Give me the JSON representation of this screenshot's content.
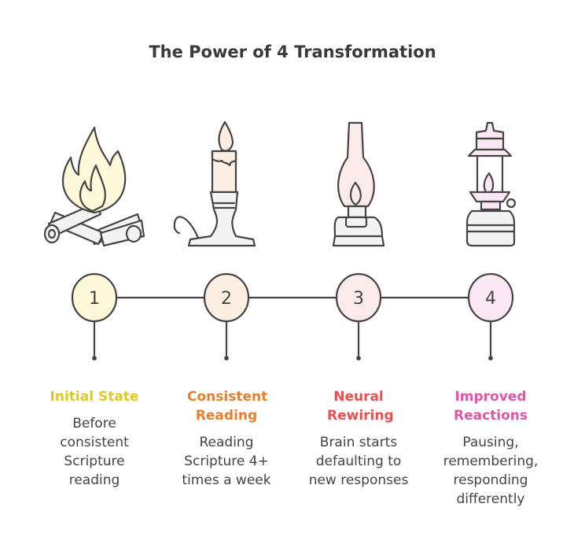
{
  "title": "The Power of 4 Transformation",
  "steps": [
    {
      "number": "1",
      "title": "Initial State",
      "description": "Before consistent Scripture reading",
      "icon": "campfire-icon",
      "color": "#e0c91e",
      "fill": "#fef9d9"
    },
    {
      "number": "2",
      "title": "Consistent Reading",
      "description": "Reading Scripture 4+ times a week",
      "icon": "candle-icon",
      "color": "#e57f2f",
      "fill": "#fdeee2"
    },
    {
      "number": "3",
      "title": "Neural Rewiring",
      "description": "Brain starts defaulting to new responses",
      "icon": "oil-lamp-icon",
      "color": "#e55050",
      "fill": "#fdeaea"
    },
    {
      "number": "4",
      "title": "Improved Reactions",
      "description": "Pausing, remembering, responding differently",
      "icon": "lantern-icon",
      "color": "#e055a8",
      "fill": "#fce8f4"
    }
  ]
}
